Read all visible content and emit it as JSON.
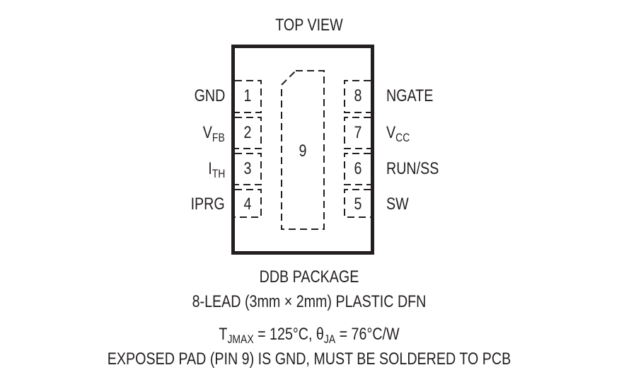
{
  "title": "TOP VIEW",
  "package": {
    "center_pad": "9",
    "pins_left": [
      {
        "num": "1",
        "name": "GND",
        "sub": ""
      },
      {
        "num": "2",
        "name": "V",
        "sub": "FB"
      },
      {
        "num": "3",
        "name": "I",
        "sub": "TH"
      },
      {
        "num": "4",
        "name": "IPRG",
        "sub": ""
      }
    ],
    "pins_right": [
      {
        "num": "8",
        "name": "NGATE",
        "sub": ""
      },
      {
        "num": "7",
        "name": "V",
        "sub": "CC"
      },
      {
        "num": "6",
        "name": "RUN/SS",
        "sub": ""
      },
      {
        "num": "5",
        "name": "SW",
        "sub": ""
      }
    ]
  },
  "caption": {
    "line1": "DDB PACKAGE",
    "line2": "8-LEAD (3mm × 2mm) PLASTIC DFN",
    "line3_T": "T",
    "line3_Tsub": "JMAX",
    "line3_mid": " = 125°C, θ",
    "line3_thsub": "JA",
    "line3_end": " = 76°C/W",
    "line4": "EXPOSED PAD (PIN 9) IS GND, MUST BE SOLDERED TO PCB"
  }
}
